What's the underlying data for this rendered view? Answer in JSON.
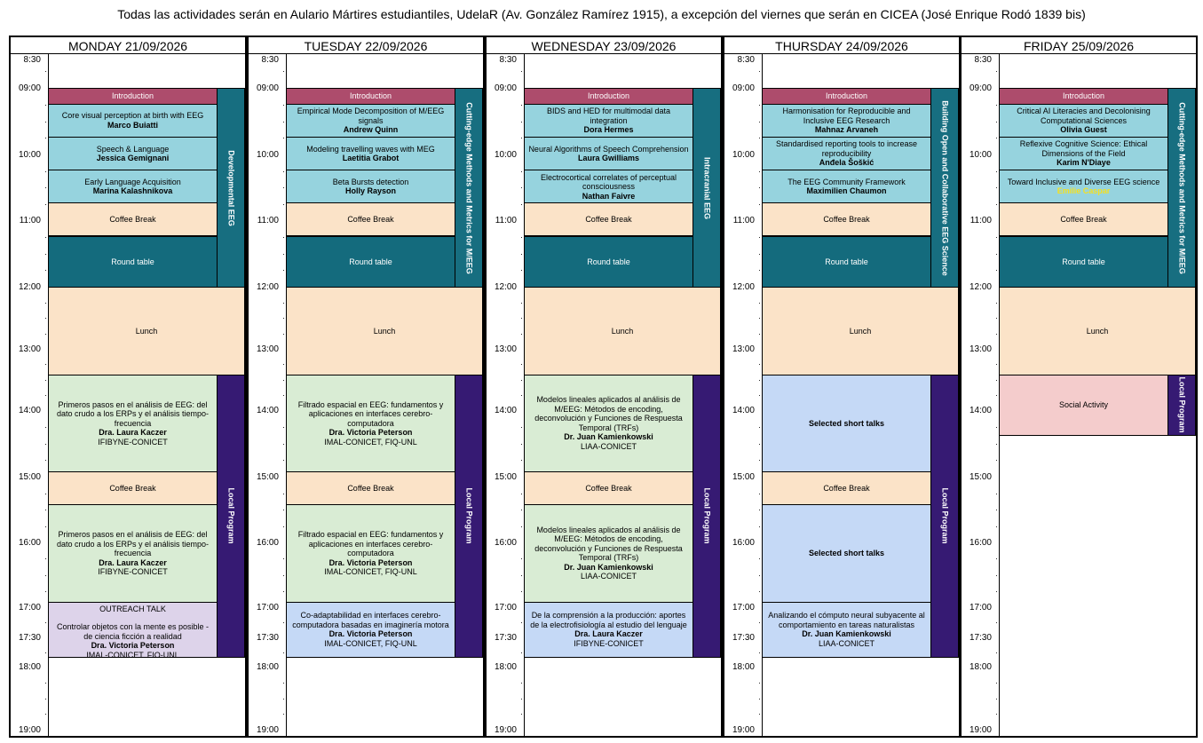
{
  "header": "Todas las actividades serán en Aulario Mártires estudiantiles, UdelaR (Av. González Ramírez 1915), a excepción del viernes que serán en CICEA (José Enrique Rodó 1839 bis)",
  "time_labels": {
    "t0830": "8:30",
    "t0900": "09:00",
    "t1000": "10:00",
    "t1100": "11:00",
    "t1200": "12:00",
    "t1300": "13:00",
    "t1400": "14:00",
    "t1500": "15:00",
    "t1600": "16:00",
    "t1700": "17:00",
    "t1730": "17:30",
    "t1800": "18:00",
    "t1900": "19:00"
  },
  "colors": {
    "intro": "#ad4c6c",
    "talk": "#96d3de",
    "coffee": "#fbe3c8",
    "round_table": "#146b7d",
    "local": "#d9ecd4",
    "outreach": "#ddd3ea",
    "short_talks": "#c5d9f6",
    "social": "#f4cccc",
    "block_label": "#176e80",
    "local_program_label": "#361a73",
    "highlight_text": "#f5e020"
  },
  "days": [
    {
      "title": "MONDAY 21/09/2026",
      "intro": "Introduction",
      "talks": [
        {
          "title": "Core visual perception at birth with EEG",
          "speaker": "Marco Buiatti"
        },
        {
          "title": "Speech & Language",
          "speaker": "Jessica Gemignani"
        },
        {
          "title": "Early Language Acquisition",
          "speaker": "Marina Kalashnikova"
        }
      ],
      "coffee1": "Coffee Break",
      "round": "Round table",
      "block_label": "Developmental EEG",
      "lunch": "Lunch",
      "local1": {
        "title": "Primeros pasos en el análisis de EEG: del dato crudo a los ERPs y el análisis tiempo-frecuencia",
        "speaker": "Dra. Laura Kaczer",
        "affil": "IFIBYNE-CONICET"
      },
      "coffee2": "Coffee Break",
      "local2": {
        "title": "Primeros pasos en el análisis de EEG: del dato crudo a los ERPs y el análisis tiempo-frecuencia",
        "speaker": "Dra. Laura Kaczer",
        "affil": "IFIBYNE-CONICET"
      },
      "late": {
        "kicker": "OUTREACH TALK",
        "title": "Controlar objetos con la mente es posible - de ciencia ficción a realidad",
        "speaker": "Dra. Victoria Peterson",
        "affil": "IMAL-CONICET, FIQ-UNL"
      },
      "local_label": "Local Program"
    },
    {
      "title": "TUESDAY 22/09/2026",
      "intro": "Introduction",
      "talks": [
        {
          "title": "Empirical Mode Decomposition of M/EEG signals",
          "speaker": "Andrew Quinn"
        },
        {
          "title": "Modeling travelling waves with MEG",
          "speaker": "Laetitia Grabot"
        },
        {
          "title": "Beta Bursts detection",
          "speaker": "Holly Rayson"
        }
      ],
      "coffee1": "Coffee Break",
      "round": "Round table",
      "block_label": "Cutting-edge Methods and Metrics for M/EEG",
      "lunch": "Lunch",
      "local1": {
        "title": "Filtrado espacial en EEG: fundamentos y aplicaciones en interfaces cerebro-computadora",
        "speaker": "Dra. Victoria Peterson",
        "affil": "IMAL-CONICET, FIQ-UNL"
      },
      "coffee2": "Coffee Break",
      "local2": {
        "title": "Filtrado espacial en EEG: fundamentos y aplicaciones en interfaces cerebro-computadora",
        "speaker": "Dra. Victoria Peterson",
        "affil": "IMAL-CONICET, FIQ-UNL"
      },
      "late": {
        "title": "Co-adaptabilidad en interfaces cerebro-computadora basadas en imaginería motora",
        "speaker": "Dra. Victoria Peterson",
        "affil": "IMAL-CONICET, FIQ-UNL"
      },
      "local_label": "Local Program"
    },
    {
      "title": "WEDNESDAY 23/09/2026",
      "intro": "Introduction",
      "talks": [
        {
          "title": "BIDS and HED for multimodal data integration",
          "speaker": "Dora Hermes"
        },
        {
          "title": "Neural Algorithms of Speech Comprehension",
          "speaker": "Laura Gwilliams"
        },
        {
          "title": "Electrocortical correlates of perceptual consciousness",
          "speaker": "Nathan Faivre"
        }
      ],
      "coffee1": "Coffee Break",
      "round": "Round table",
      "block_label": "Intracranial EEG",
      "lunch": "Lunch",
      "local1": {
        "title": "Modelos lineales aplicados al análisis de M/EEG: Métodos de encoding, deconvolución y Funciones de Respuesta Temporal (TRFs)",
        "speaker": "Dr. Juan Kamienkowski",
        "affil": "LIAA-CONICET"
      },
      "coffee2": "Coffee Break",
      "local2": {
        "title": "Modelos lineales aplicados al análisis de M/EEG: Métodos de encoding, deconvolución y Funciones de Respuesta Temporal (TRFs)",
        "speaker": "Dr. Juan Kamienkowski",
        "affil": "LIAA-CONICET"
      },
      "late": {
        "title": "De la comprensión a la producción: aportes de la electrofisiología al estudio del lenguaje",
        "speaker": "Dra. Laura Kaczer",
        "affil": "IFIBYNE-CONICET"
      },
      "local_label": "Local Program"
    },
    {
      "title": "THURSDAY 24/09/2026",
      "intro": "Introduction",
      "talks": [
        {
          "title": "Harmonisation for Reproducible and Inclusive EEG Research",
          "speaker": "Mahnaz Arvaneh"
        },
        {
          "title": "Standardised reporting tools to increase reproducibility",
          "speaker": "Anđela Šoškić"
        },
        {
          "title": "The EEG Community Framework",
          "speaker": "Maximilien Chaumon"
        }
      ],
      "coffee1": "Coffee Break",
      "round": "Round table",
      "block_label": "Building Open and Collaborative EEG Science",
      "lunch": "Lunch",
      "short1": "Selected short talks",
      "coffee2": "Coffee Break",
      "short2": "Selected short talks",
      "late": {
        "title": "Analizando el cómputo neural subyacente al comportamiento en tareas naturalistas",
        "speaker": "Dr. Juan Kamienkowski",
        "affil": "LIAA-CONICET"
      },
      "local_label": "Local Program"
    },
    {
      "title": "FRIDAY 25/09/2026",
      "intro": "Introduction",
      "talks": [
        {
          "title": "Critical AI Literacies and Decolonising Computational Sciences",
          "speaker": "Olivia Guest"
        },
        {
          "title": "Reflexive Cognitive Science: Ethical Dimensions of the Field",
          "speaker": "Karim N'Diaye"
        },
        {
          "title": "Toward Inclusive and Diverse EEG science",
          "speaker": "Emilie Caspar"
        }
      ],
      "coffee1": "Coffee Break",
      "round": "Round table",
      "block_label": "Cutting-edge Methods and Metrics for M/EEG",
      "lunch": "Lunch",
      "social": "Social Activity",
      "local_label": "Local Program"
    }
  ]
}
